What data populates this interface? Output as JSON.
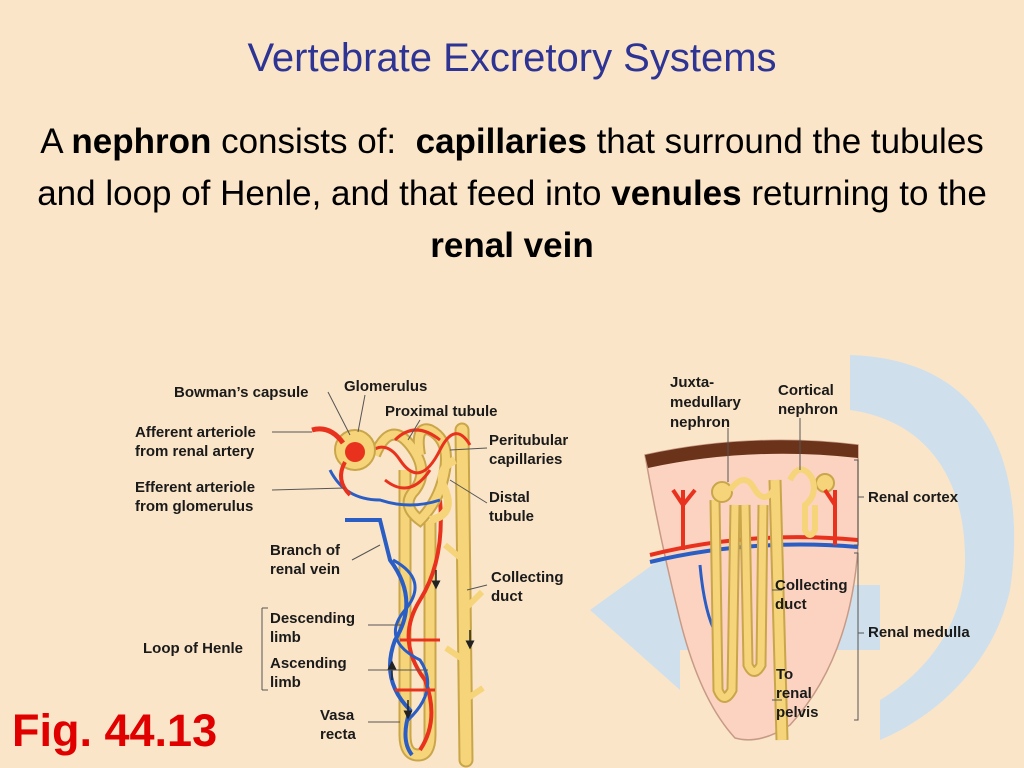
{
  "slide": {
    "title": "Vertebrate Excretory Systems",
    "body": {
      "s1": "A",
      "b1": "nephron",
      "s2": "consists of:",
      "b2": "capillaries",
      "s3": "that surround the tubules and loop of Henle, and that feed into",
      "b3": "venules",
      "s4": "returning to the",
      "b4": "renal vein"
    },
    "fig_label": "Fig. 44.13"
  },
  "left_diagram": {
    "labels": {
      "bowmans_capsule": "Bowman’s capsule",
      "glomerulus": "Glomerulus",
      "proximal_tubule": "Proximal tubule",
      "afferent_1": "Afferent arteriole",
      "afferent_2": "from renal artery",
      "efferent_1": "Efferent arteriole",
      "efferent_2": "from glomerulus",
      "peritubular_1": "Peritubular",
      "peritubular_2": "capillaries",
      "distal_1": "Distal",
      "distal_2": "tubule",
      "branch_1": "Branch of",
      "branch_2": "renal vein",
      "collecting_1": "Collecting",
      "collecting_2": "duct",
      "descending_1": "Descending",
      "descending_2": "limb",
      "loop_of_henle": "Loop of Henle",
      "ascending_1": "Ascending",
      "ascending_2": "limb",
      "vasa_1": "Vasa",
      "vasa_2": "recta"
    }
  },
  "right_diagram": {
    "labels": {
      "juxta_1": "Juxta-",
      "juxta_2": "medullary",
      "juxta_3": "nephron",
      "cortical_1": "Cortical",
      "cortical_2": "nephron",
      "renal_cortex": "Renal cortex",
      "collecting_1": "Collecting",
      "collecting_2": "duct",
      "renal_medulla": "Renal medulla",
      "pelvis_1": "To",
      "pelvis_2": "renal",
      "pelvis_3": "pelvis"
    }
  },
  "colors": {
    "title": "#2d3494",
    "fig_label": "#e00000",
    "background": "#fbe5c8",
    "artery": "#e8321e",
    "vein": "#2a5ec4",
    "tubule": "#f6d47a",
    "arrow": "#cfe0ec"
  }
}
